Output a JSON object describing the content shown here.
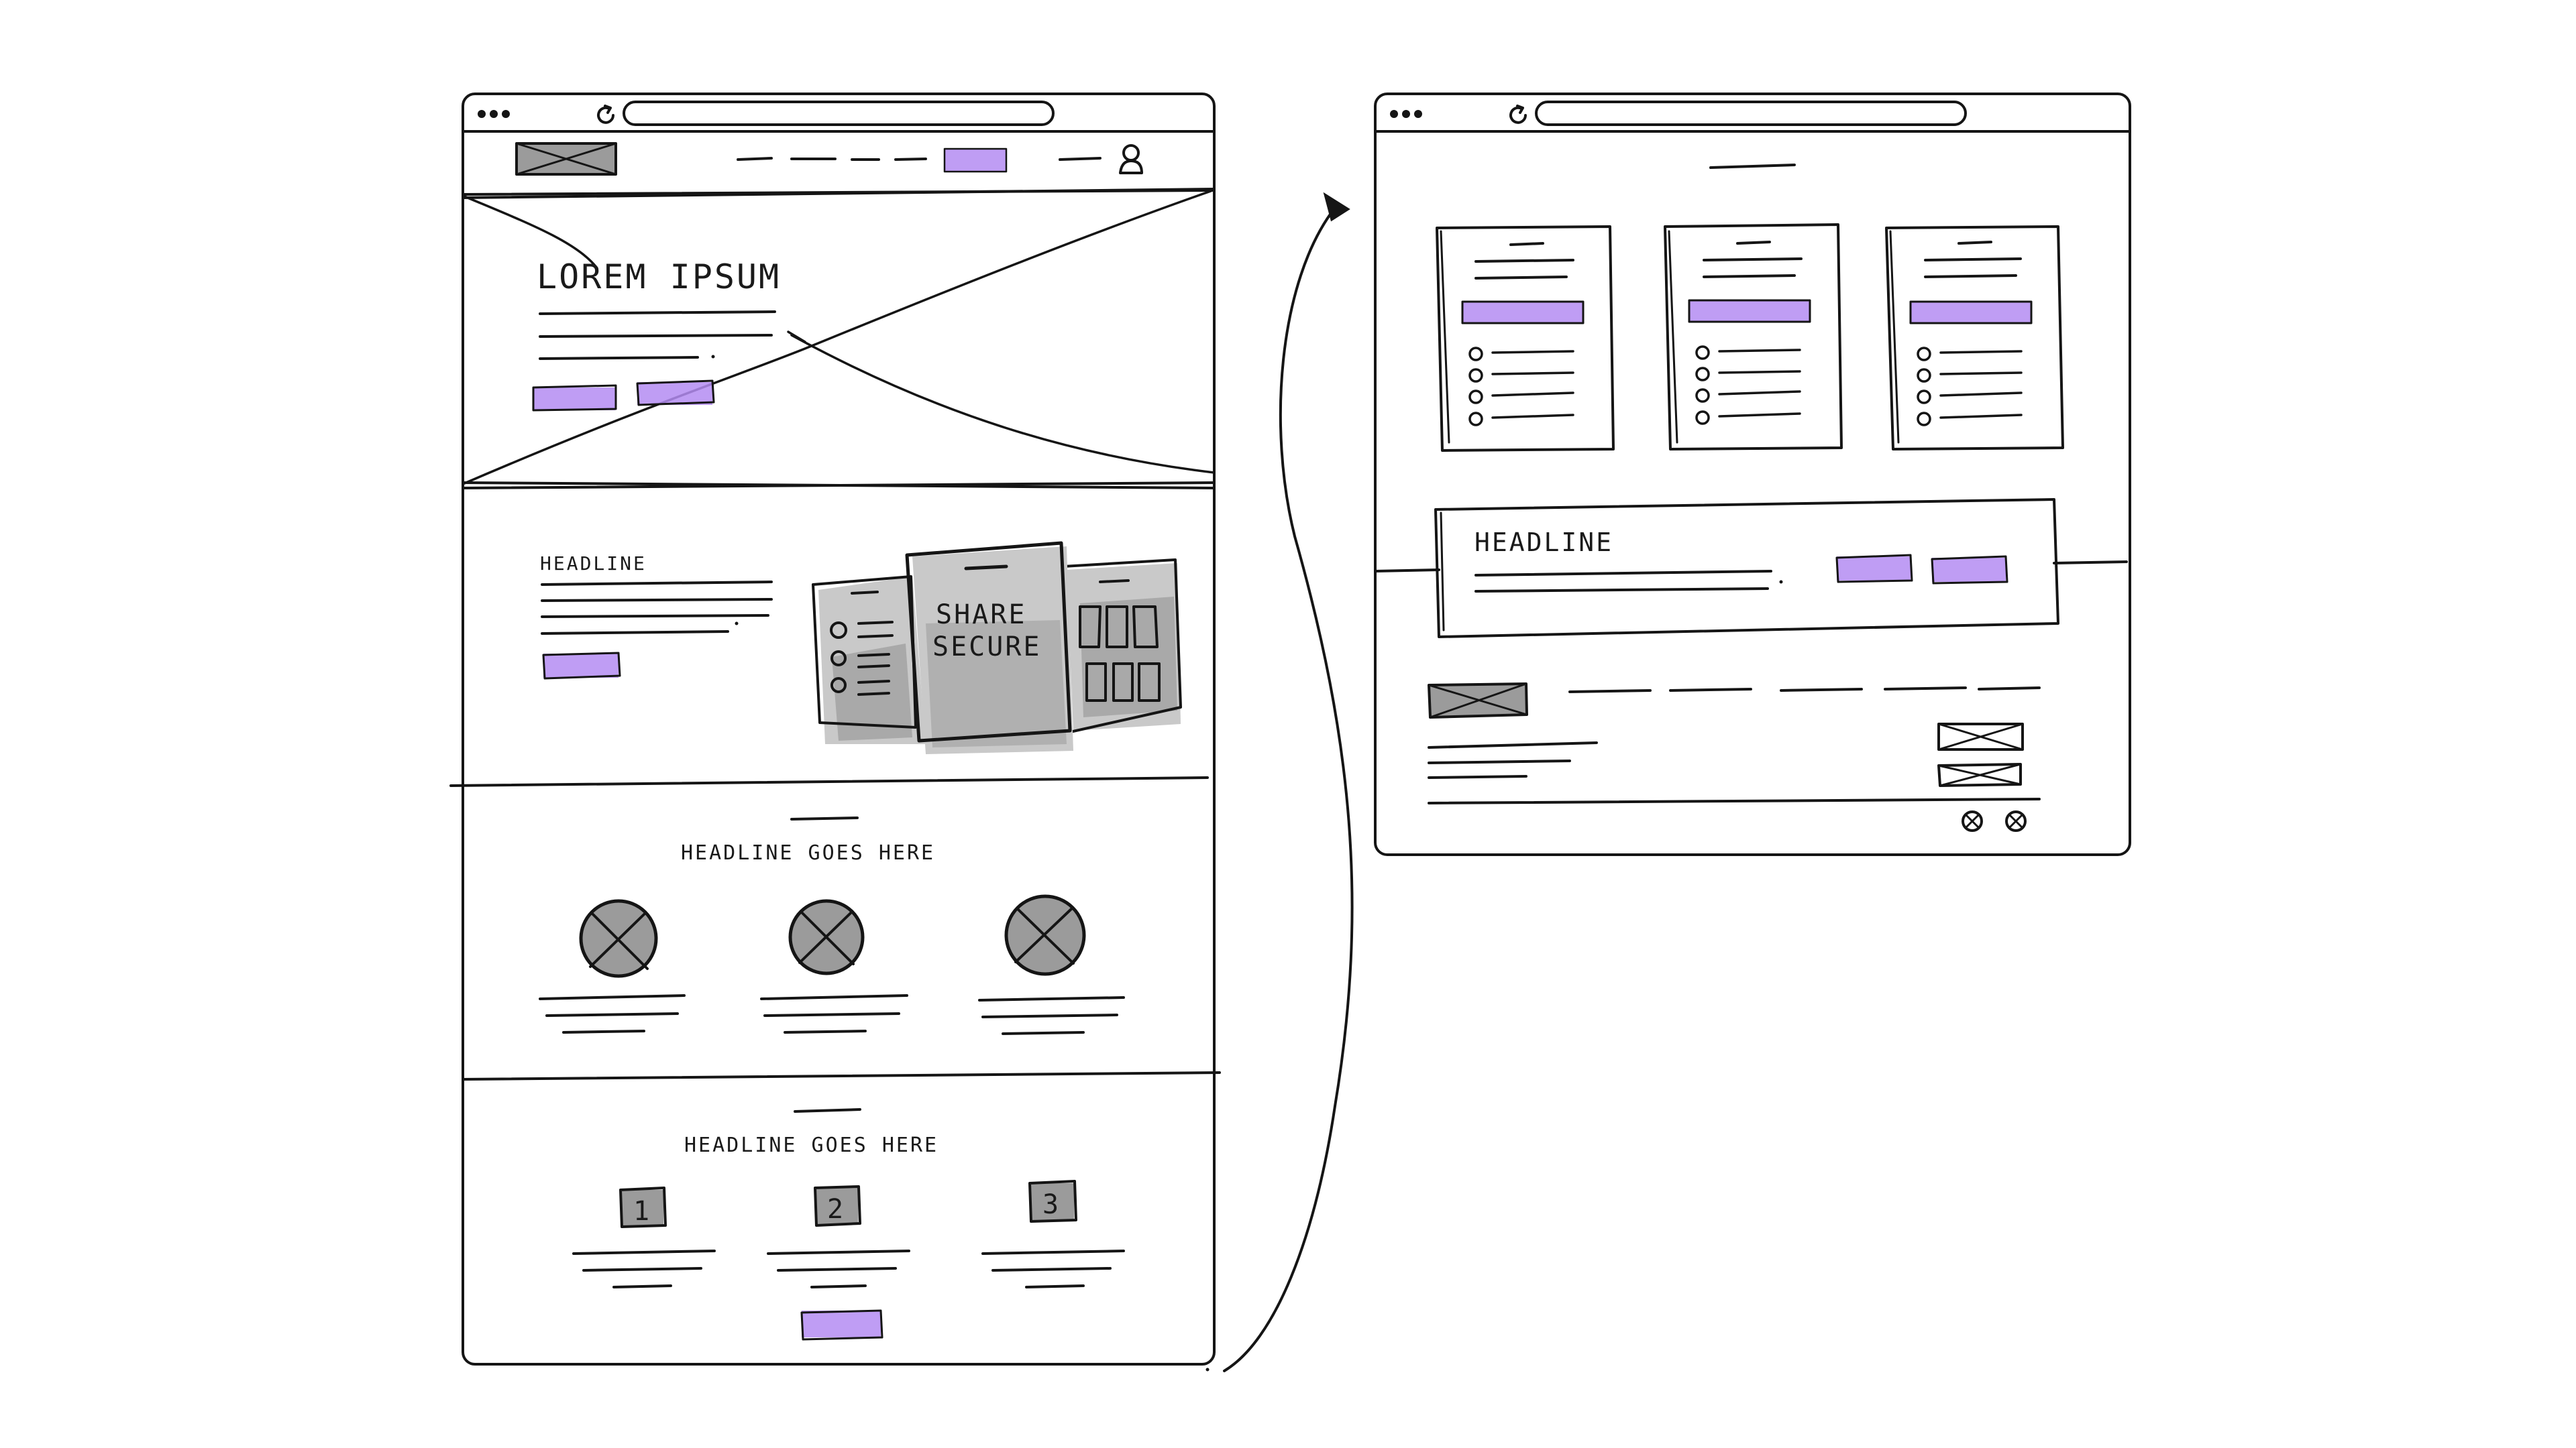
{
  "colors": {
    "ink": "#151515",
    "highlight": "#b48cf2",
    "shade": "#9b9b9b",
    "dots": "#d9d9d9"
  },
  "left_wireframe": {
    "hero": {
      "title": "LOREM IPSUM"
    },
    "feature": {
      "headline": "HEADLINE",
      "card_text_line1": "SHARE",
      "card_text_line2": "SECURE"
    },
    "icons_section": {
      "headline": "HEADLINE GOES HERE"
    },
    "steps_section": {
      "headline": "HEADLINE GOES HERE",
      "steps": [
        "1",
        "2",
        "3"
      ]
    }
  },
  "right_wireframe": {
    "cta": {
      "headline": "HEADLINE"
    }
  },
  "icons": [
    "window-dots-icon",
    "reload-icon",
    "user-icon",
    "arrow-icon",
    "image-placeholder-icon",
    "social-icon"
  ]
}
